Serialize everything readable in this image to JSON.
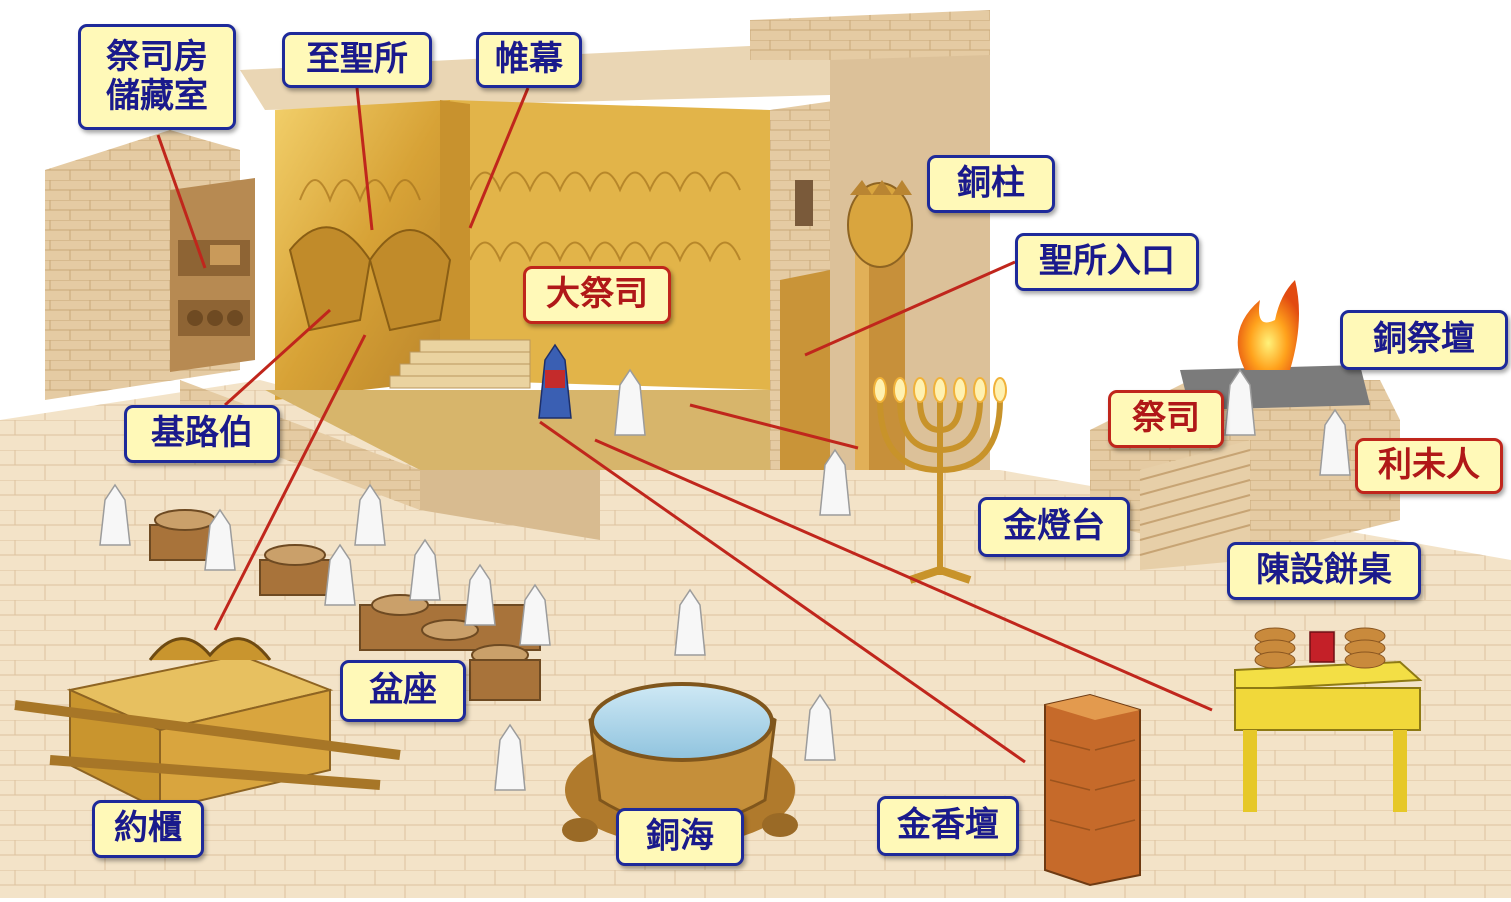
{
  "labels": {
    "priest_storage": "祭司房\n儲藏室",
    "holy_of_holies": "至聖所",
    "veil": "帷幕",
    "bronze_pillar": "銅柱",
    "sanctuary_entrance": "聖所入口",
    "high_priest": "大祭司",
    "bronze_altar": "銅祭壇",
    "priest": "祭司",
    "levite": "利未人",
    "cherubim": "基路伯",
    "golden_lampstand": "金燈台",
    "showbread_table": "陳設餅桌",
    "laver_stands": "盆座",
    "ark": "約櫃",
    "bronze_sea": "銅海",
    "incense_altar": "金香壇"
  },
  "colors": {
    "label_fill": "#fff9b8",
    "label_border_blue": "#1e2a9a",
    "label_border_red": "#c0261c",
    "pointer_line": "#c0261c",
    "gold": "#d9a93a",
    "stone": "#e3c9a2",
    "bronze": "#b07a2c"
  }
}
